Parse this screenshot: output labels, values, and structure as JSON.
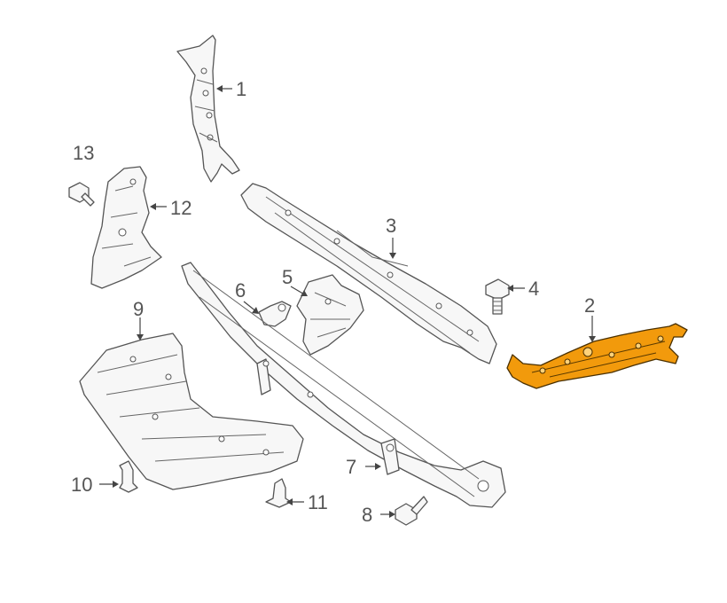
{
  "callouts": [
    {
      "id": "1",
      "label": "1"
    },
    {
      "id": "2",
      "label": "2"
    },
    {
      "id": "3",
      "label": "3"
    },
    {
      "id": "4",
      "label": "4"
    },
    {
      "id": "5",
      "label": "5"
    },
    {
      "id": "6",
      "label": "6"
    },
    {
      "id": "7",
      "label": "7"
    },
    {
      "id": "8",
      "label": "8"
    },
    {
      "id": "9",
      "label": "9"
    },
    {
      "id": "10",
      "label": "10"
    },
    {
      "id": "11",
      "label": "11"
    },
    {
      "id": "12",
      "label": "12"
    },
    {
      "id": "13",
      "label": "13"
    }
  ],
  "highlight_color": "#f29a0c"
}
